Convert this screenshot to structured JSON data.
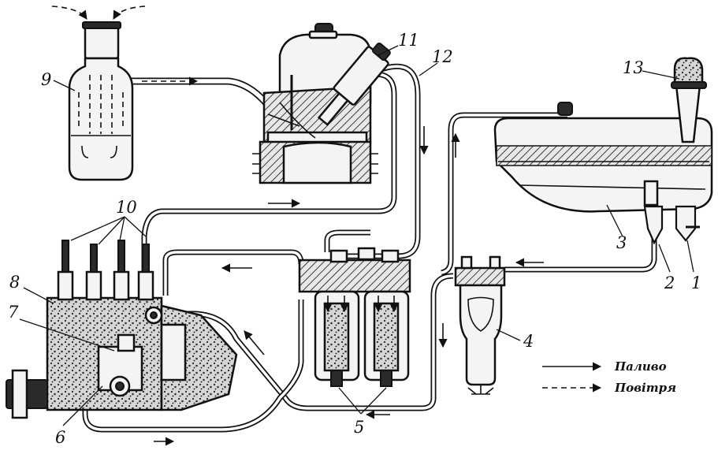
{
  "labels": {
    "n1": "1",
    "n2": "2",
    "n3": "3",
    "n4": "4",
    "n5": "5",
    "n6": "6",
    "n7": "7",
    "n8": "8",
    "n9": "9",
    "n10": "10",
    "n11": "11",
    "n12": "12",
    "n13": "13"
  },
  "legend": {
    "fuel": "Паливо",
    "air": "Повітря"
  },
  "colors": {
    "ink": "#111111",
    "paper": "#ffffff"
  }
}
